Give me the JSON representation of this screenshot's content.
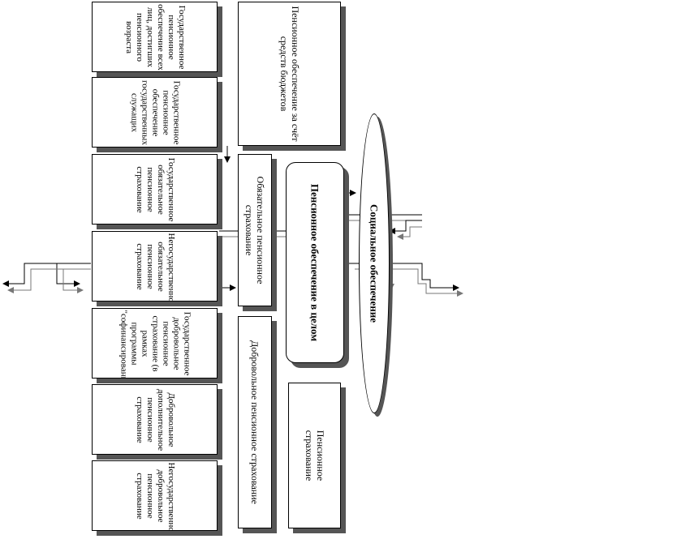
{
  "central": {
    "social_security": "Социальное обеспечение",
    "pension_security": "Пенсионное обеспечение в целом"
  },
  "categories": {
    "budget": "Пенсионное обеспечение за счёт средств бюджетов",
    "mandatory": "Обязательное пенсионное страхование",
    "voluntary": "Добровольное пенсионное страхование",
    "pension_insurance": "Пенсионное страхование"
  },
  "types": [
    "Государственное пенсионное обеспечение всех лиц, достигших пенсионного возраста",
    "Государственное пенсионное обеспечение государственных служащих",
    "Государственное обязательное пенсионное страхование",
    "Негосударственное обязательное пенсионное страхование",
    "Государственное добровольное пенсионное страхование (в рамках программы \"софинансирование\")",
    "Добровольное дополнительное пенсионное страхование",
    "Негосударственное добровольное пенсионное страхование"
  ]
}
